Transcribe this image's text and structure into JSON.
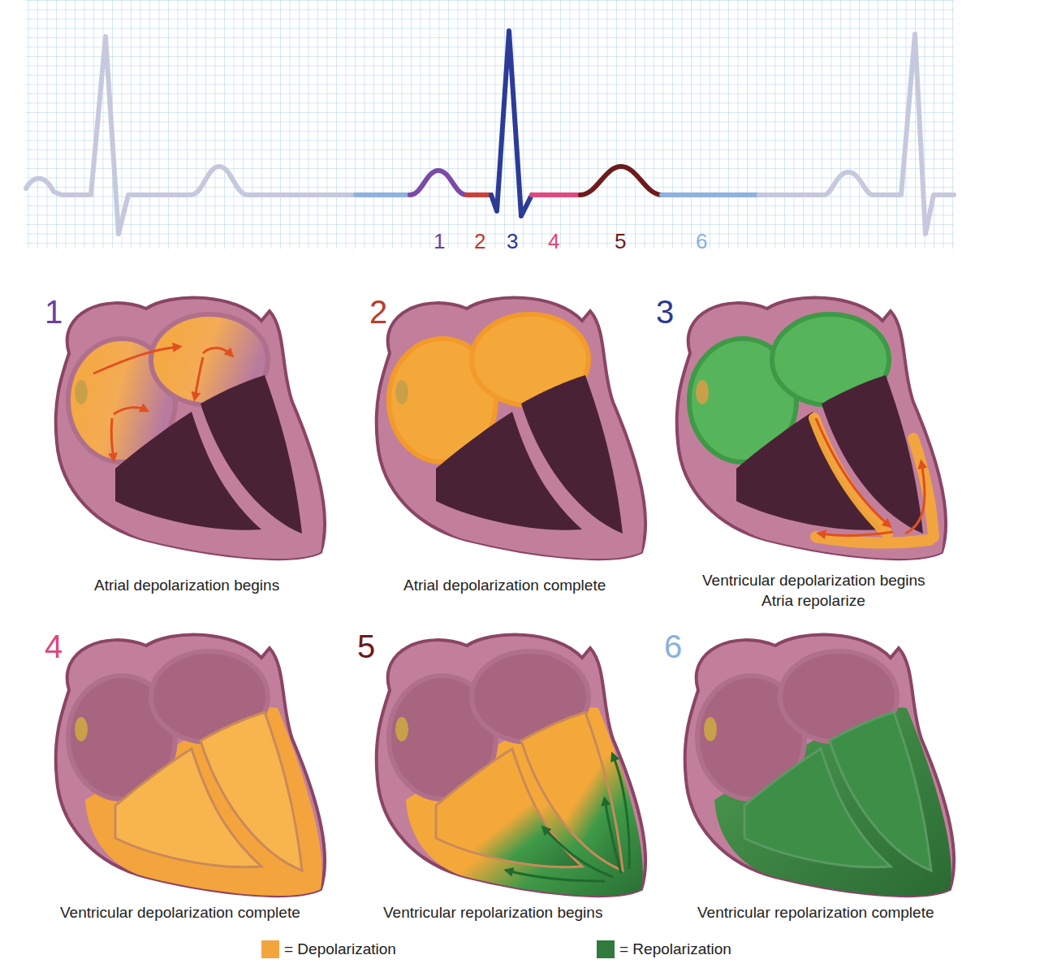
{
  "diagram": {
    "labels": [
      "1",
      "2",
      "3",
      "4",
      "5",
      "6",
      "1",
      "Atrial depolarization begins",
      "2",
      "Atrial depolarization complete",
      "3",
      "Ventricular depolarization begins",
      "Atria repolarize",
      "4",
      "Ventricular depolarization complete",
      "5",
      "Ventricular repolarization begins",
      "6",
      "Ventricular repolarization complete"
    ],
    "legend": [
      {
        "text": "= Depolarization",
        "color": "#f4a43c"
      },
      {
        "text": "= Repolarization",
        "color": "#2f7a3c"
      }
    ]
  }
}
